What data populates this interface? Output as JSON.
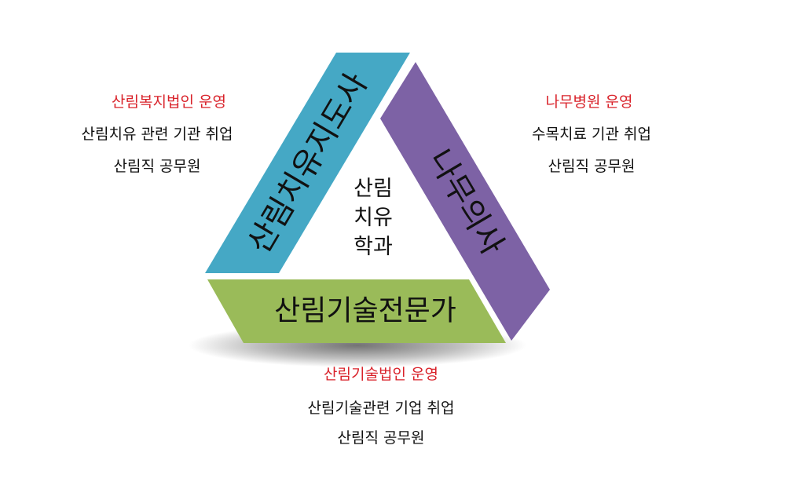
{
  "colors": {
    "forest_therapy": "#45a8c5",
    "tree_doctor": "#7d62a5",
    "forest_expert": "#9abb59",
    "highlight_text": "#d9222a"
  },
  "left_panel": {
    "line1": "산림복지법인 운영",
    "line2": "산림치유 관련 기관 취업",
    "line3": "산림직 공무원"
  },
  "right_panel": {
    "line1": "나무병원 운영",
    "line2": "수목치료 기관 취업",
    "line3": "산림직 공무원"
  },
  "bottom_panel": {
    "line1": "산림기술법인 운영",
    "line2": "산림기술관련 기업 취업",
    "line3": "산림직 공무원"
  },
  "triangle": {
    "left_bar_label": "산림치유지도사",
    "right_bar_label": "나무의사",
    "bottom_bar_label": "산림기술전문가",
    "center": {
      "line1": "산림",
      "line2": "치유",
      "line3": "학과"
    }
  }
}
